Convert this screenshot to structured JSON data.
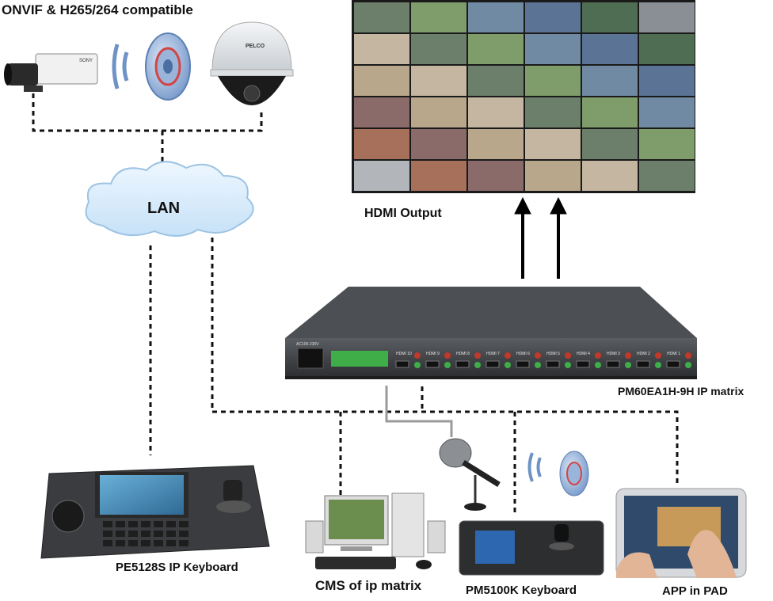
{
  "title": "ONVIF & H265/264 compatible",
  "cloud_label": "LAN",
  "hdmi_output_label": "HDMI Output",
  "matrix_label": "PM60EA1H-9H IP matrix",
  "keyboard_label": "PE5128S IP Keyboard",
  "cms_label": "CMS of ip matrix",
  "pm_keyboard_label": "PM5100K Keyboard",
  "app_label": "APP in PAD",
  "camera_brand": "SONY",
  "dome_brand": "PELCO",
  "hdmi_ports": [
    "HDMI 10",
    "HDMI 9",
    "HDMI 8",
    "HDMI 7",
    "HDMI 6",
    "HDMI 5",
    "HDMI 4",
    "HDMI 3",
    "HDMI 2",
    "HDMI 1"
  ],
  "power_label": "AC100-230V",
  "colors": {
    "link_dash": "#111111",
    "mic_cable": "#9a9a9a",
    "cloud_fill": "#d6ebfb",
    "device_body": "#3a3c3f",
    "terminal_green": "#3fae49",
    "speaker_blue": "#4a78b8"
  }
}
